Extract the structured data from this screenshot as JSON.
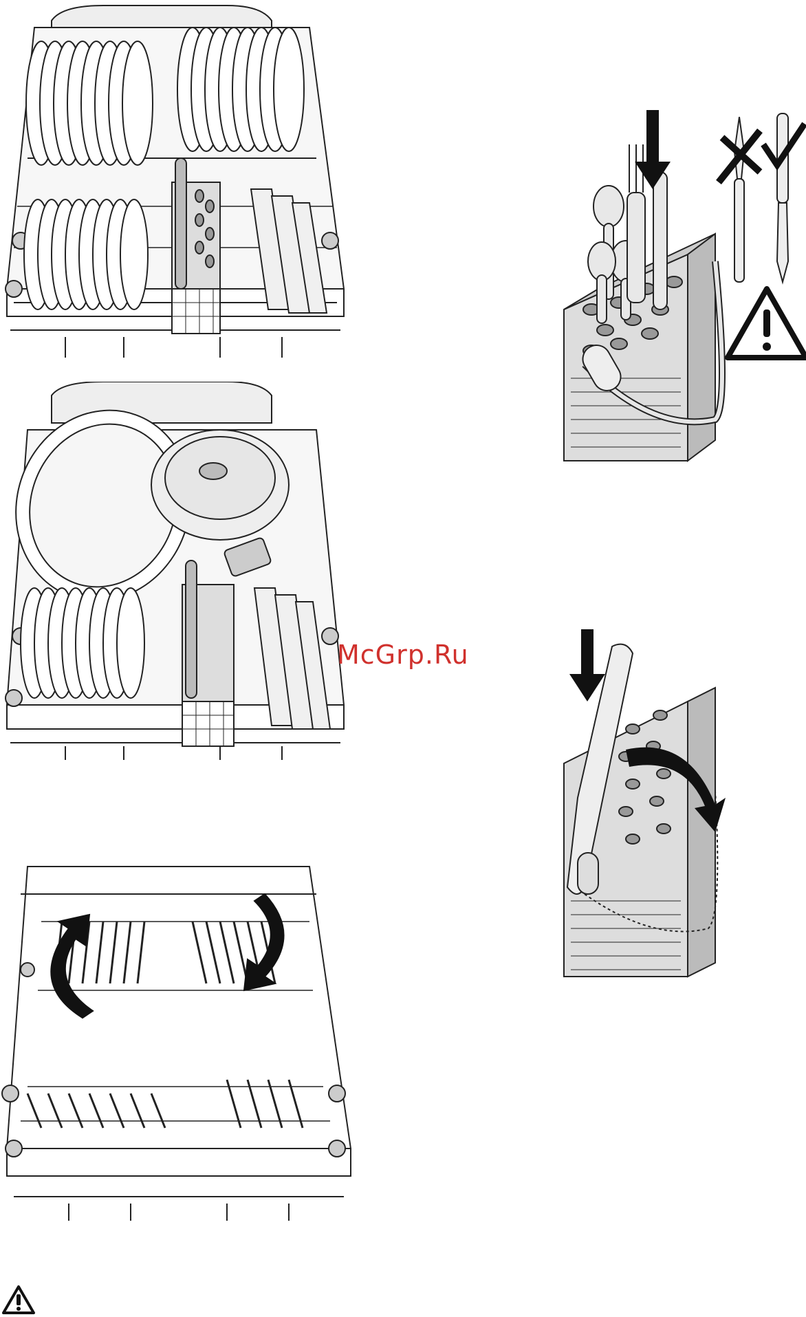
{
  "watermark": "McGrp.Ru",
  "figures": [
    {
      "id": "basket-plates",
      "icons": [
        "plate-stack-icon",
        "cutlery-basket-icon"
      ]
    },
    {
      "id": "basket-pots",
      "icons": [
        "pot-icon",
        "plate-stack-icon",
        "cutlery-basket-icon"
      ]
    },
    {
      "id": "basket-folding-racks",
      "icons": [
        "fold-arrow-left-icon",
        "fold-arrow-right-icon"
      ]
    },
    {
      "id": "cutlery-basket-insert",
      "icons": [
        "down-arrow-icon",
        "knife-wrong-icon",
        "knife-correct-icon",
        "warning-triangle-icon"
      ]
    },
    {
      "id": "cutlery-basket-fold-handle",
      "icons": [
        "down-arrow-icon",
        "rotate-arrow-icon"
      ]
    },
    {
      "id": "footer-warning",
      "icons": [
        "warning-triangle-icon"
      ]
    }
  ],
  "colors": {
    "line": "#222222",
    "fill_light": "#eeeeee",
    "fill_mid": "#cccccc",
    "fill_dark": "#999999",
    "watermark": "#d0312d"
  }
}
